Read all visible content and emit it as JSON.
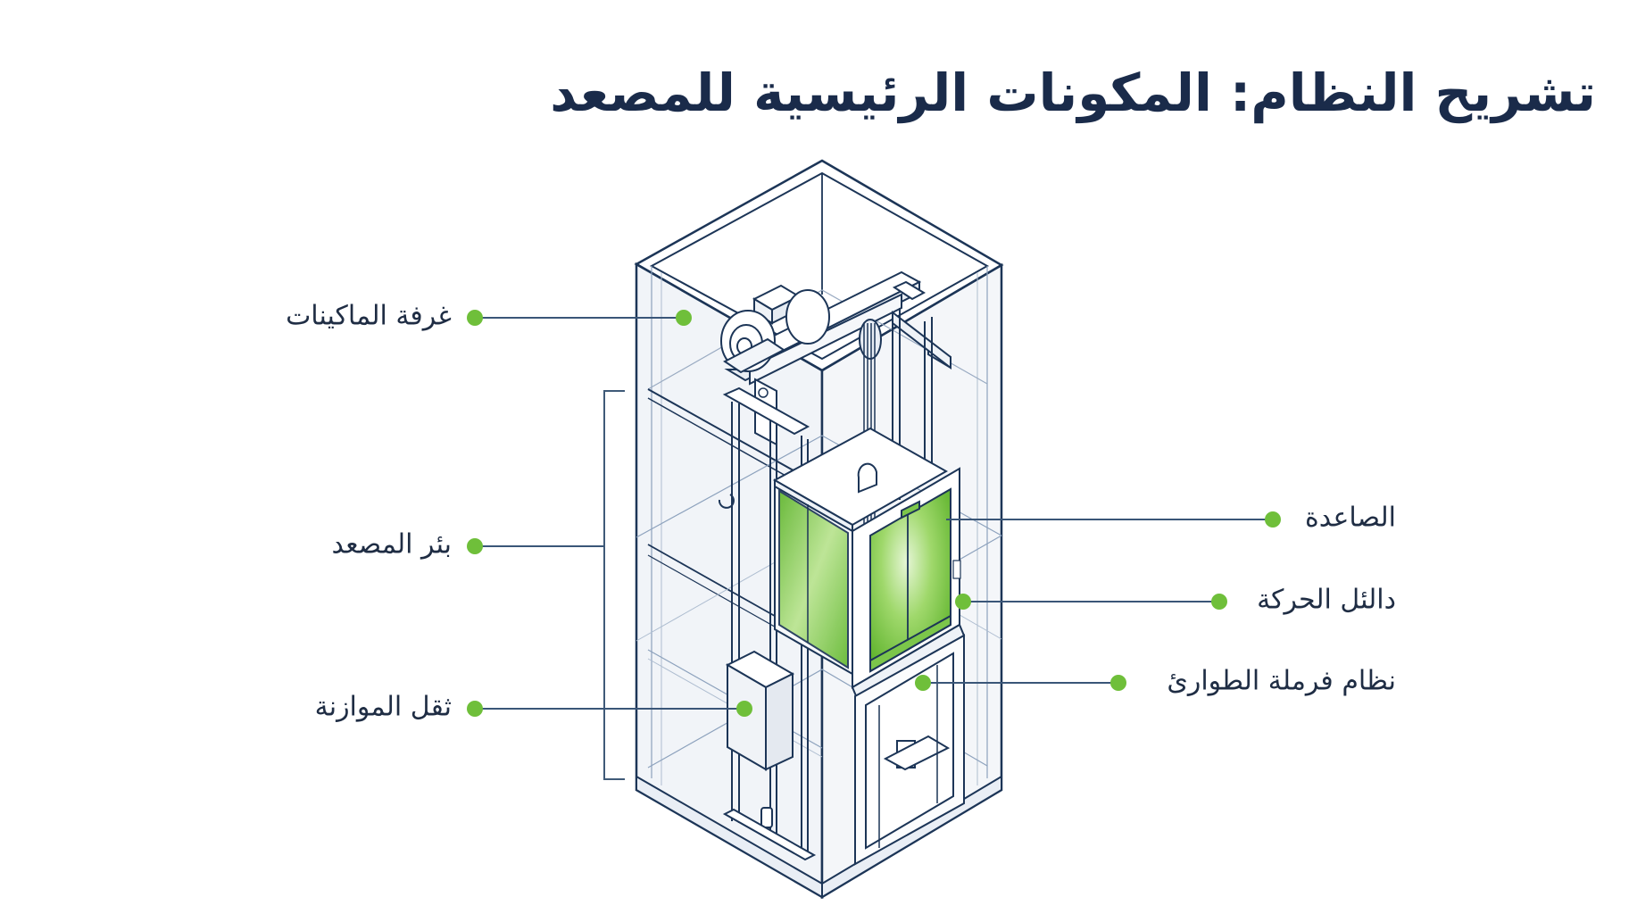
{
  "title": "تشريح النظام: المكونات الرئيسية للمصعد",
  "colors": {
    "line": "#1c3557",
    "accent_green": "#6fbf3a",
    "title": "#1a2b4a",
    "shaft_fill": "#eef2f7"
  },
  "labels": {
    "machine_room": "غرفة الماكينات",
    "shaft": "بئر المصعد",
    "counterweight": "ثقل الموازنة",
    "car": "الصاعدة",
    "guide_rails": "دالئل الحركة",
    "emergency_brake": "نظام فرملة الطوارئ"
  }
}
